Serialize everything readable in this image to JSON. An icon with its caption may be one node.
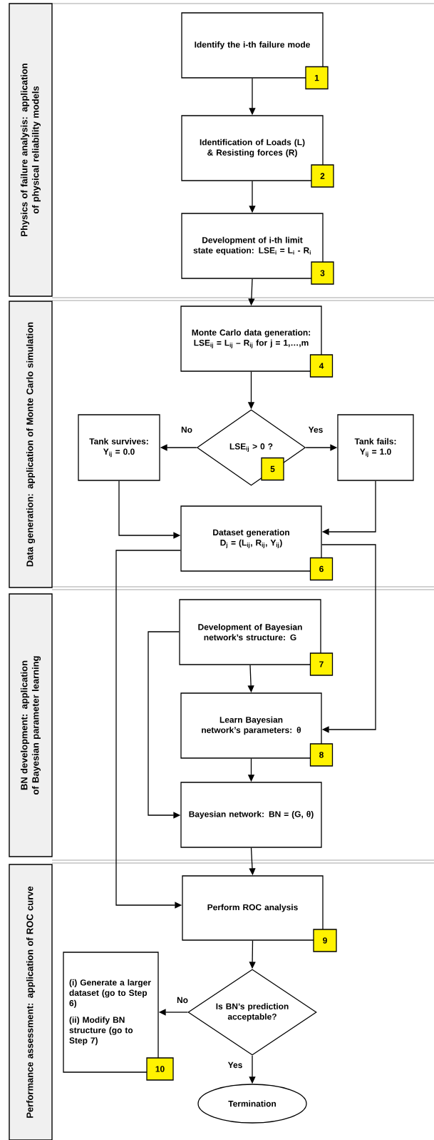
{
  "diagram": {
    "nodes": [
      {
        "text": [
          "Physics of failure analysis: application of physical reliability models"
        ]
      },
      {
        "text": [
          "Identify the i-th failure mode"
        ]
      },
      {
        "text": [
          "1"
        ]
      },
      {
        "text": [
          "Identification of Loads (L) & Resisting forces (R)"
        ]
      },
      {
        "text": [
          "2"
        ]
      },
      {
        "text": [
          "Development of i-th limit state equation: LSE$_{i}$ = L$_{i}$ - R$_{i}$"
        ]
      },
      {
        "text": [
          "3"
        ]
      },
      {
        "text": [
          "Data generation: application of Monte Carlo simulation"
        ]
      },
      {
        "text": [
          "Monte Carlo data generation: LSE$_{ij}$ = L$_{ij}$ – R$_{ij}$ for j = 1,…,m"
        ]
      },
      {
        "text": [
          "4"
        ]
      },
      {
        "text": [
          "Tank survives: Y$_{ij}$ = 0.0"
        ]
      },
      {
        "text": [
          "LSE$_{ij}$ > 0 ?"
        ]
      },
      {
        "text": [
          "5"
        ],
        "in": 11
      },
      {
        "text": [
          "Tank fails: Y$_{ij}$ = 1.0"
        ]
      },
      {
        "text": [
          "Dataset generation D$_{j}$ = (L$_{ij}$, R$_{ij}$, Y$_{ij}$)"
        ]
      },
      {
        "text": [
          "6"
        ]
      },
      {
        "text": [
          "BN development: application of Bayesian parameter learning"
        ]
      },
      {
        "text": [
          "Development of Bayesian network’s structure: G"
        ]
      },
      {
        "text": [
          "7"
        ]
      },
      {
        "text": [
          "Learn Bayesian network’s parameters: θ"
        ]
      },
      {
        "text": [
          "8"
        ]
      },
      {
        "text": [
          "Bayesian network: BN = (G, θ)"
        ]
      },
      {
        "text": [
          "Performance assessment: application of ROC curve"
        ]
      },
      {
        "text": [
          "Perform ROC analysis"
        ]
      },
      {
        "text": [
          "9"
        ]
      },
      {
        "text": [
          "(i) Generate a larger dataset (go to Step 6)",
          "(ii) Modify BN structure (go to Step 7)"
        ]
      },
      {
        "text": [
          "10"
        ]
      },
      {
        "text": [
          "Is BN’s prediction acceptable?"
        ]
      },
      {
        "text": [
          "Termination"
        ]
      }
    ],
    "edges": [
      {
        "from": 1,
        "to": 3,
        "arrow": "to"
      },
      {
        "from": 3,
        "to": 5,
        "arrow": "to"
      },
      {
        "from": 5,
        "to": 8,
        "arrow": "to"
      },
      {
        "from": 8,
        "to": 11,
        "arrow": "to"
      },
      {
        "from": 11,
        "to": 10,
        "arrow": "to",
        "label": "No"
      },
      {
        "from": 11,
        "to": 13,
        "arrow": "to",
        "label": "Yes"
      },
      {
        "from": 10,
        "to": 14,
        "arrow": "to"
      },
      {
        "from": 13,
        "to": 14,
        "arrow": "to"
      },
      {
        "from": 14,
        "to": 19,
        "arrow": "to"
      },
      {
        "from": 14,
        "to": 23,
        "arrow": "to"
      },
      {
        "from": 17,
        "to": 19,
        "arrow": "to"
      },
      {
        "from": 17,
        "to": 21,
        "arrow": "to"
      },
      {
        "from": 19,
        "to": 21,
        "arrow": "to"
      },
      {
        "from": 21,
        "to": 23,
        "arrow": "to"
      },
      {
        "from": 23,
        "to": 27,
        "arrow": "to"
      },
      {
        "from": 27,
        "to": 25,
        "arrow": "to",
        "label": "No"
      },
      {
        "from": 27,
        "to": 28,
        "arrow": "to",
        "label": "Yes"
      }
    ]
  }
}
